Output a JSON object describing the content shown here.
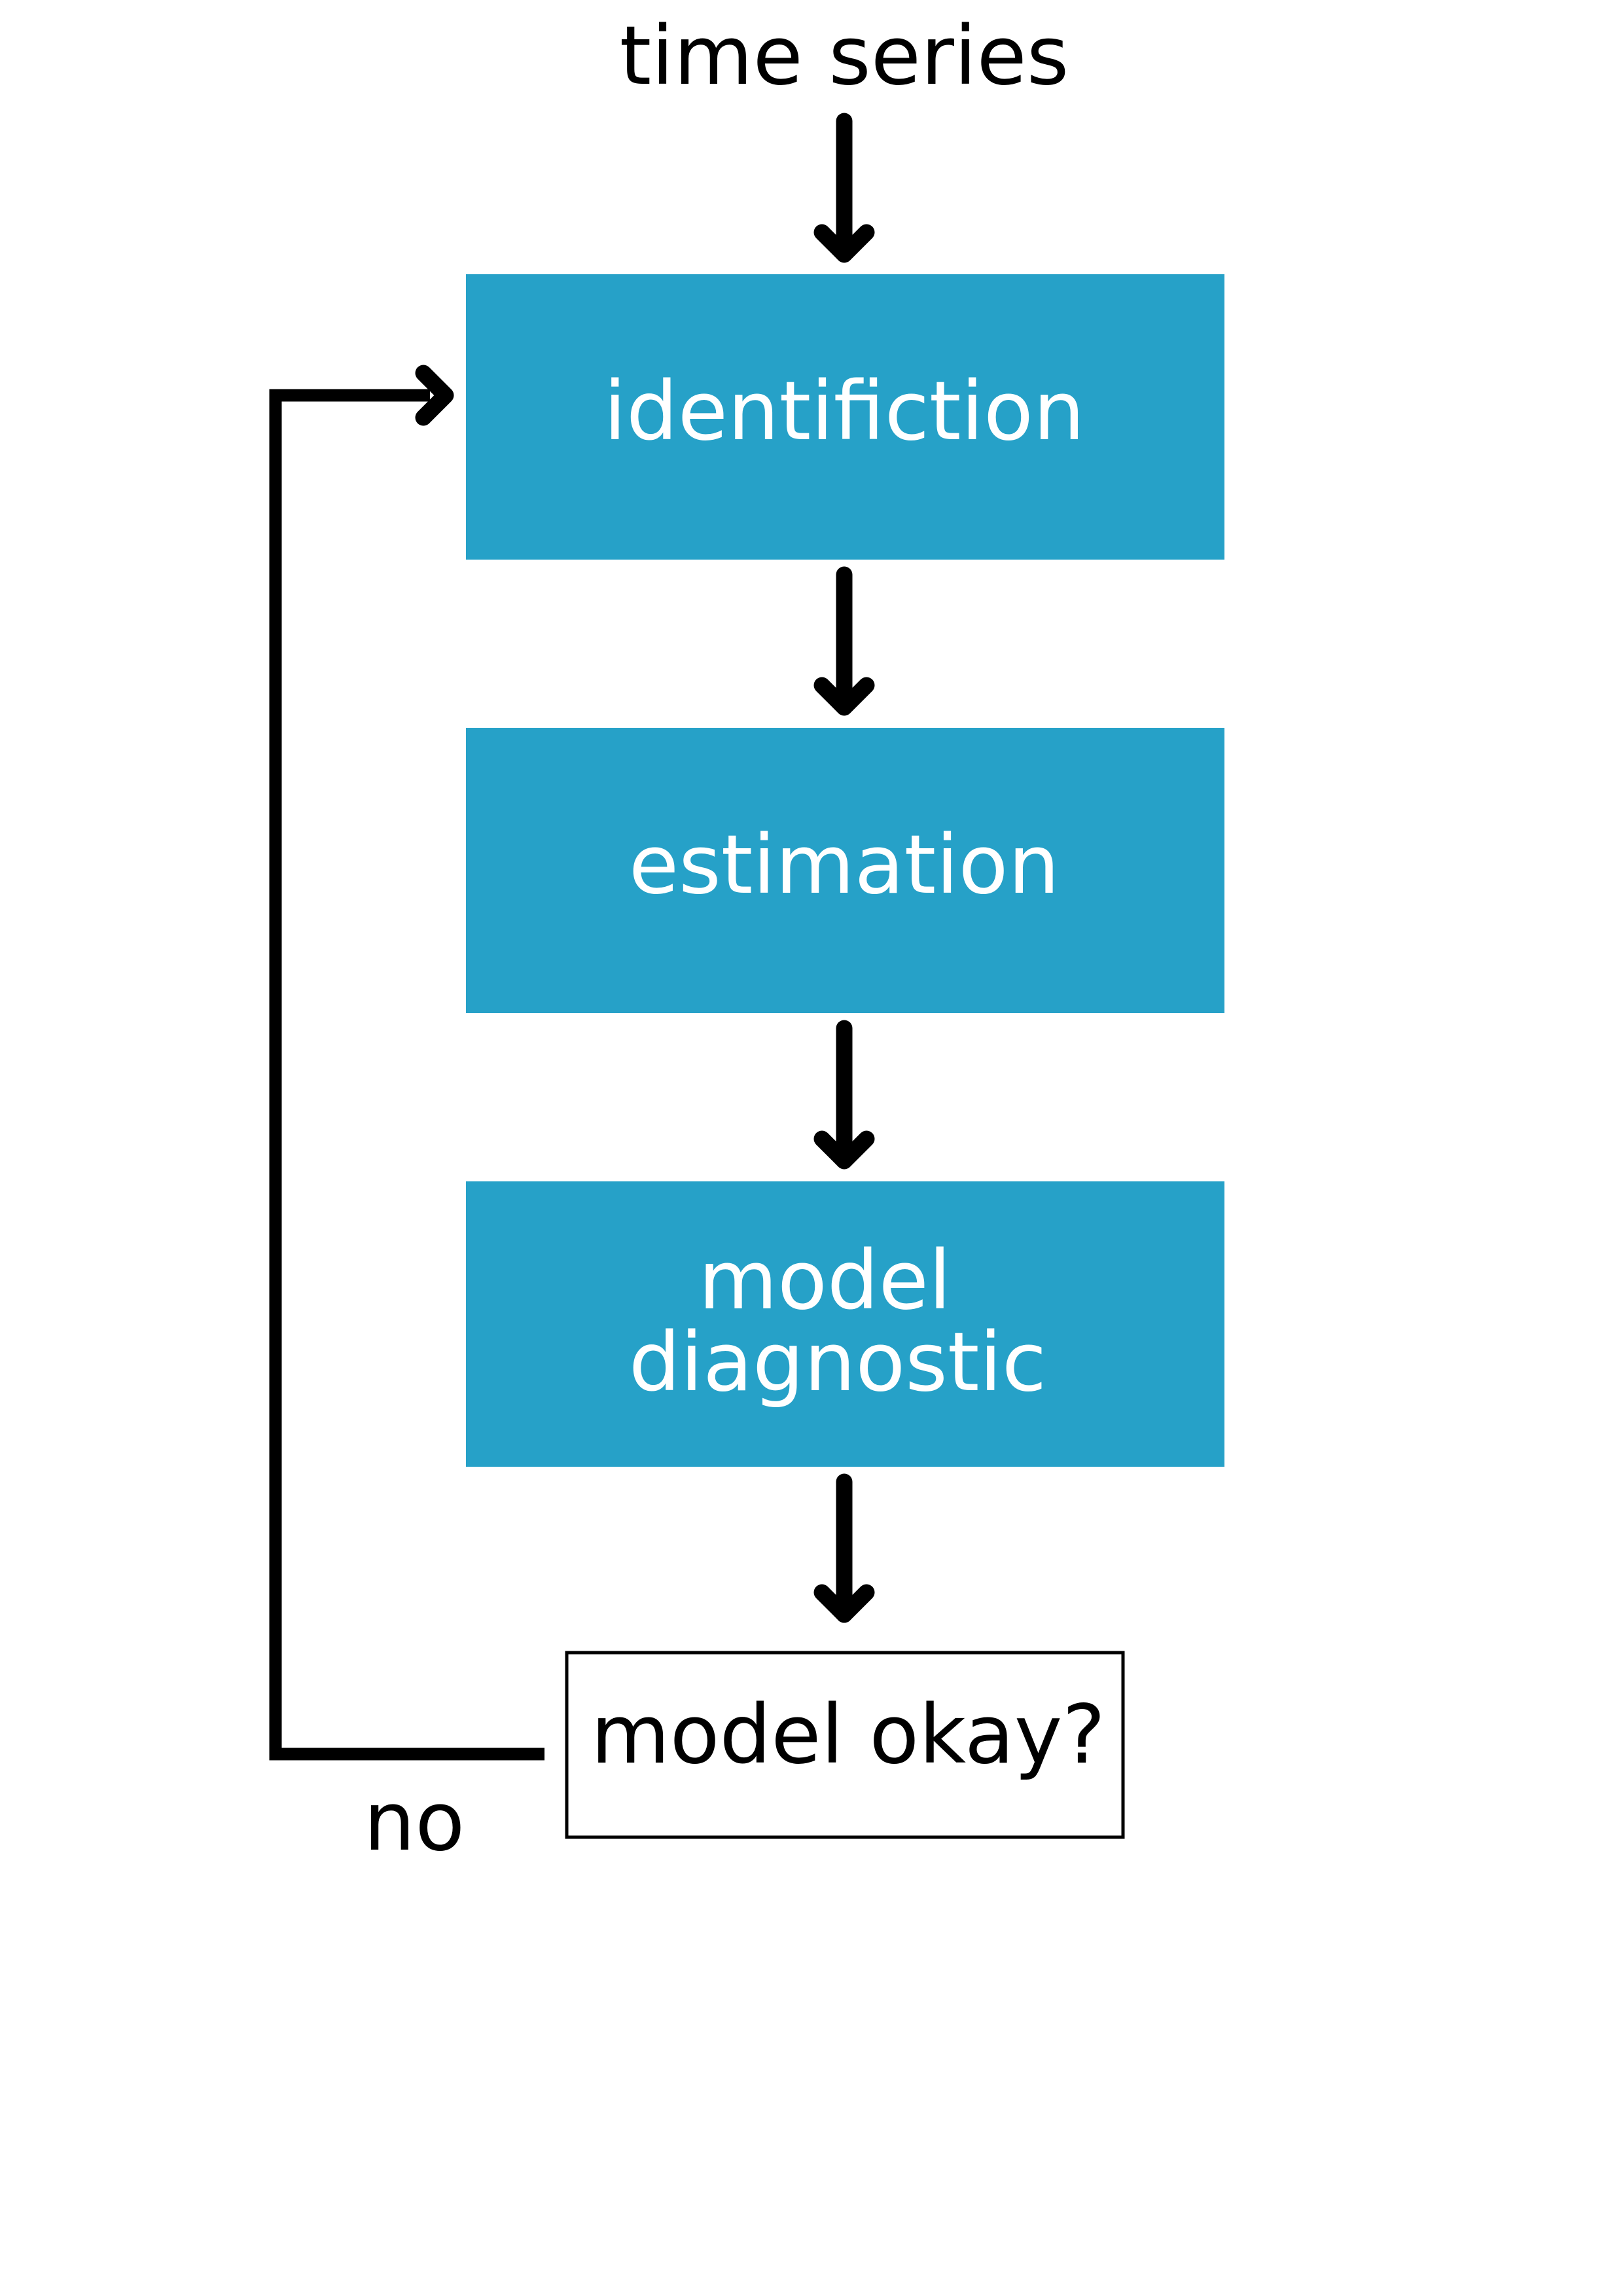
{
  "diagram": {
    "input_label": "time series",
    "steps": [
      {
        "label_lines": [
          "identifiction"
        ]
      },
      {
        "label_lines": [
          "estimation"
        ]
      },
      {
        "label_lines": [
          "model",
          "diagnostic"
        ]
      }
    ],
    "decision_label": "model okay?",
    "loop_label": "no",
    "colors": {
      "box_fill": "#26a1c8",
      "box_text": "#ffffff",
      "arrow": "#000000",
      "decision_border": "#000000",
      "text": "#000000",
      "background": "#ffffff"
    }
  }
}
